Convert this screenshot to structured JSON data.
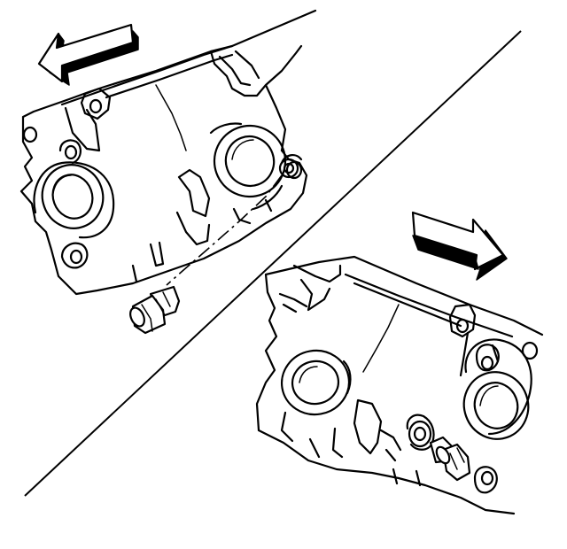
{
  "figure": {
    "background": "#ffffff",
    "line_color": "#000000",
    "panels": [
      {
        "position": "top-left",
        "arrow_direction": "left",
        "plug_state": "removed"
      },
      {
        "position": "bottom-right",
        "arrow_direction": "right",
        "plug_state": "installed"
      }
    ],
    "icons": [
      "arrow-left-icon",
      "arrow-right-icon",
      "plug-icon"
    ]
  }
}
